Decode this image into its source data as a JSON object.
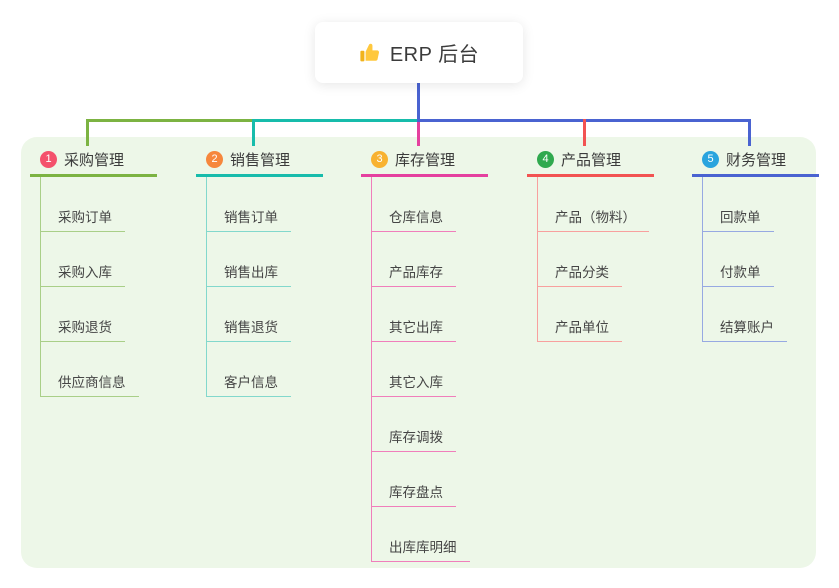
{
  "root": {
    "label": "ERP 后台",
    "icon": "thumbs-up-icon"
  },
  "theme": {
    "canvas_bg": "#ffffff",
    "panel_bg": "#edf7e8",
    "root_card_bg": "#ffffff",
    "root_stem_color": "#4a63d1",
    "text_color": "#3b3b3b",
    "thumb_color": "#ffc83d"
  },
  "branches": [
    {
      "num": "1",
      "label": "采购管理",
      "color": "#7cb342",
      "light_color": "#a9cf88",
      "badge_color": "#f4516c",
      "children": [
        "采购订单",
        "采购入库",
        "采购退货",
        "供应商信息"
      ]
    },
    {
      "num": "2",
      "label": "销售管理",
      "color": "#17bcab",
      "light_color": "#82d8cc",
      "badge_color": "#f6873c",
      "children": [
        "销售订单",
        "销售出库",
        "销售退货",
        "客户信息"
      ]
    },
    {
      "num": "3",
      "label": "库存管理",
      "color": "#e5409f",
      "light_color": "#f07ebb",
      "badge_color": "#f8b230",
      "children": [
        "仓库信息",
        "产品库存",
        "其它出库",
        "其它入库",
        "库存调拨",
        "库存盘点",
        "出库库明细"
      ]
    },
    {
      "num": "4",
      "label": "产品管理",
      "color": "#f25352",
      "light_color": "#f8a09e",
      "badge_color": "#30a94e",
      "children": [
        "产品（物料）",
        "产品分类",
        "产品单位"
      ]
    },
    {
      "num": "5",
      "label": "财务管理",
      "color": "#4a63d1",
      "light_color": "#97a9e2",
      "badge_color": "#2aa4de",
      "children": [
        "回款单",
        "付款单",
        "结算账户"
      ]
    }
  ]
}
